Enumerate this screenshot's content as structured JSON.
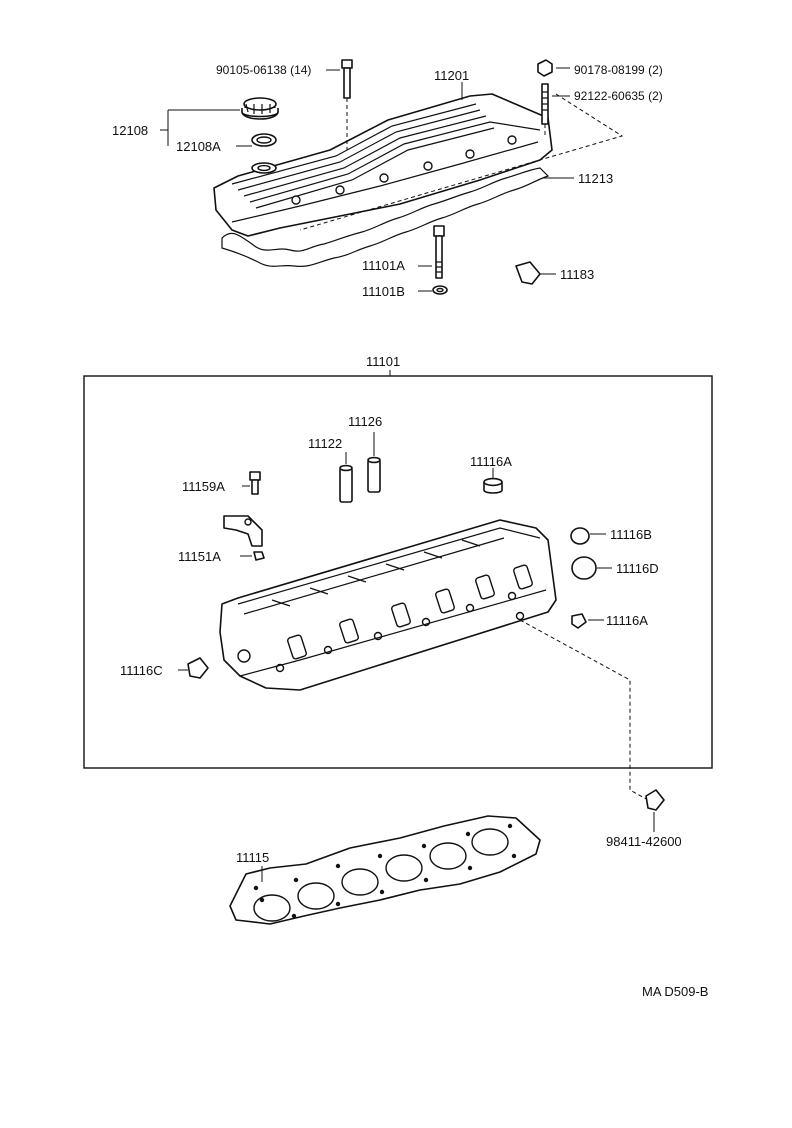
{
  "callouts": {
    "bolt_top": "90105-06138 (14)",
    "cover": "11201",
    "nut_top": "90178-08199 (2)",
    "stud_top": "92122-60635 (2)",
    "cap": "12108",
    "cap_gasket": "12108A",
    "cover_gasket": "11213",
    "bolt_head": "11101A",
    "washer_head": "11101B",
    "plug_11183": "11183",
    "head_assembly": "11101",
    "guide_11126": "11126",
    "guide_11122": "11122",
    "plug_11116a_top": "11116A",
    "bolt_11159a": "11159A",
    "plug_11116b": "11116B",
    "clip_11151a": "11151A",
    "plug_11116d": "11116D",
    "plug_11116a_right": "11116A",
    "plug_11116c": "11116C",
    "plug_98411": "98411-42600",
    "head_gasket": "11115"
  },
  "figure_code": "MA D509-B"
}
